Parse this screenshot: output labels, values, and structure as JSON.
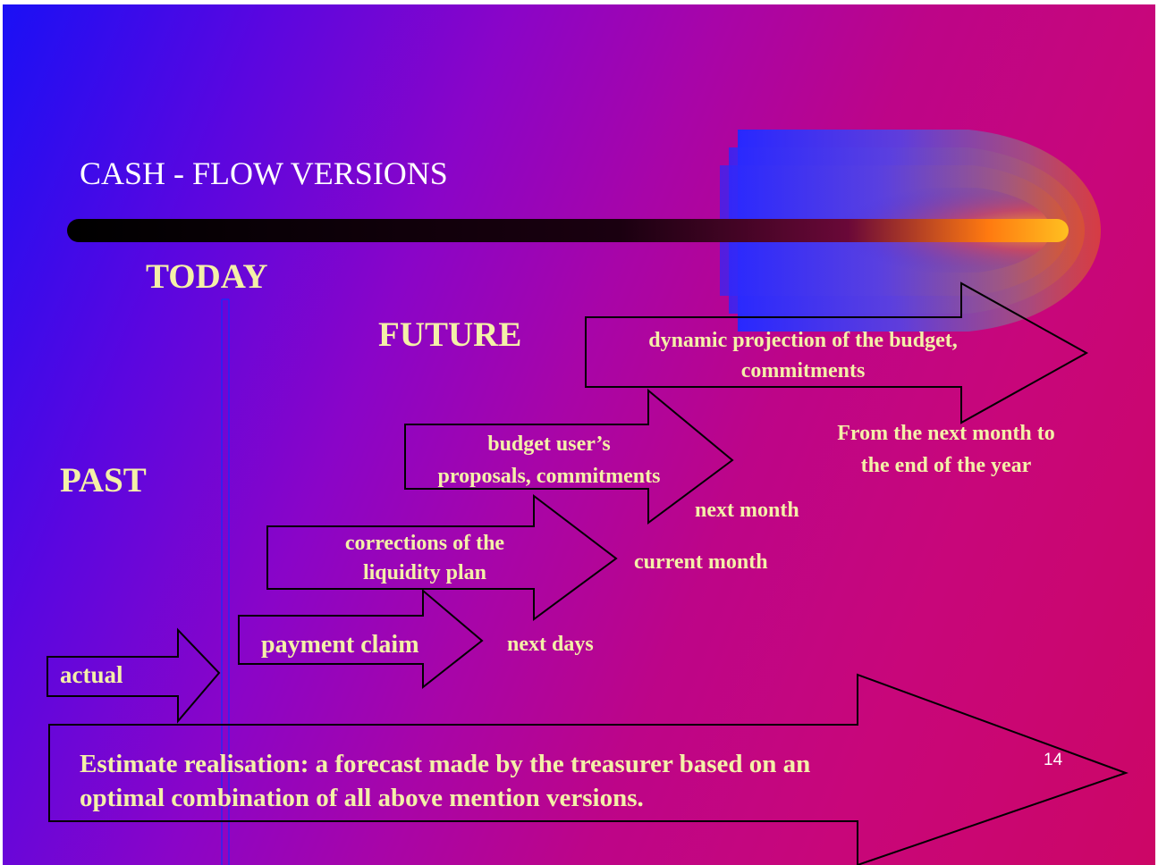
{
  "slide": {
    "title": "CASH - FLOW  VERSIONS",
    "page_number": "14",
    "colors": {
      "background_start": "#1a10f5",
      "background_end": "#cc0666",
      "text": "#f4f0a8",
      "title_text": "#ffffff",
      "arrow_outline": "#000000",
      "timeline_highlight": "#ff9a10"
    }
  },
  "labels": {
    "today": "TODAY",
    "future": "FUTURE",
    "past": "PAST"
  },
  "arrows": {
    "actual": "actual",
    "payment_claim": "payment claim",
    "corrections_line1": "corrections  of the",
    "corrections_line2": "liquidity plan",
    "budget_line1": "budget user’s",
    "budget_line2": "proposals, commitments",
    "dynamic_line1": "dynamic projection of  the budget,",
    "dynamic_line2": "commitments",
    "estimate_line1": "Estimate realisation:  a forecast made by the treasurer  based on an",
    "estimate_line2": "optimal combination of all above mention versions."
  },
  "periods": {
    "next_days": "next days",
    "current_month": "current month",
    "next_month": "next  month",
    "rest_of_year_line1": "From the next month to",
    "rest_of_year_line2": "the end of the year"
  }
}
